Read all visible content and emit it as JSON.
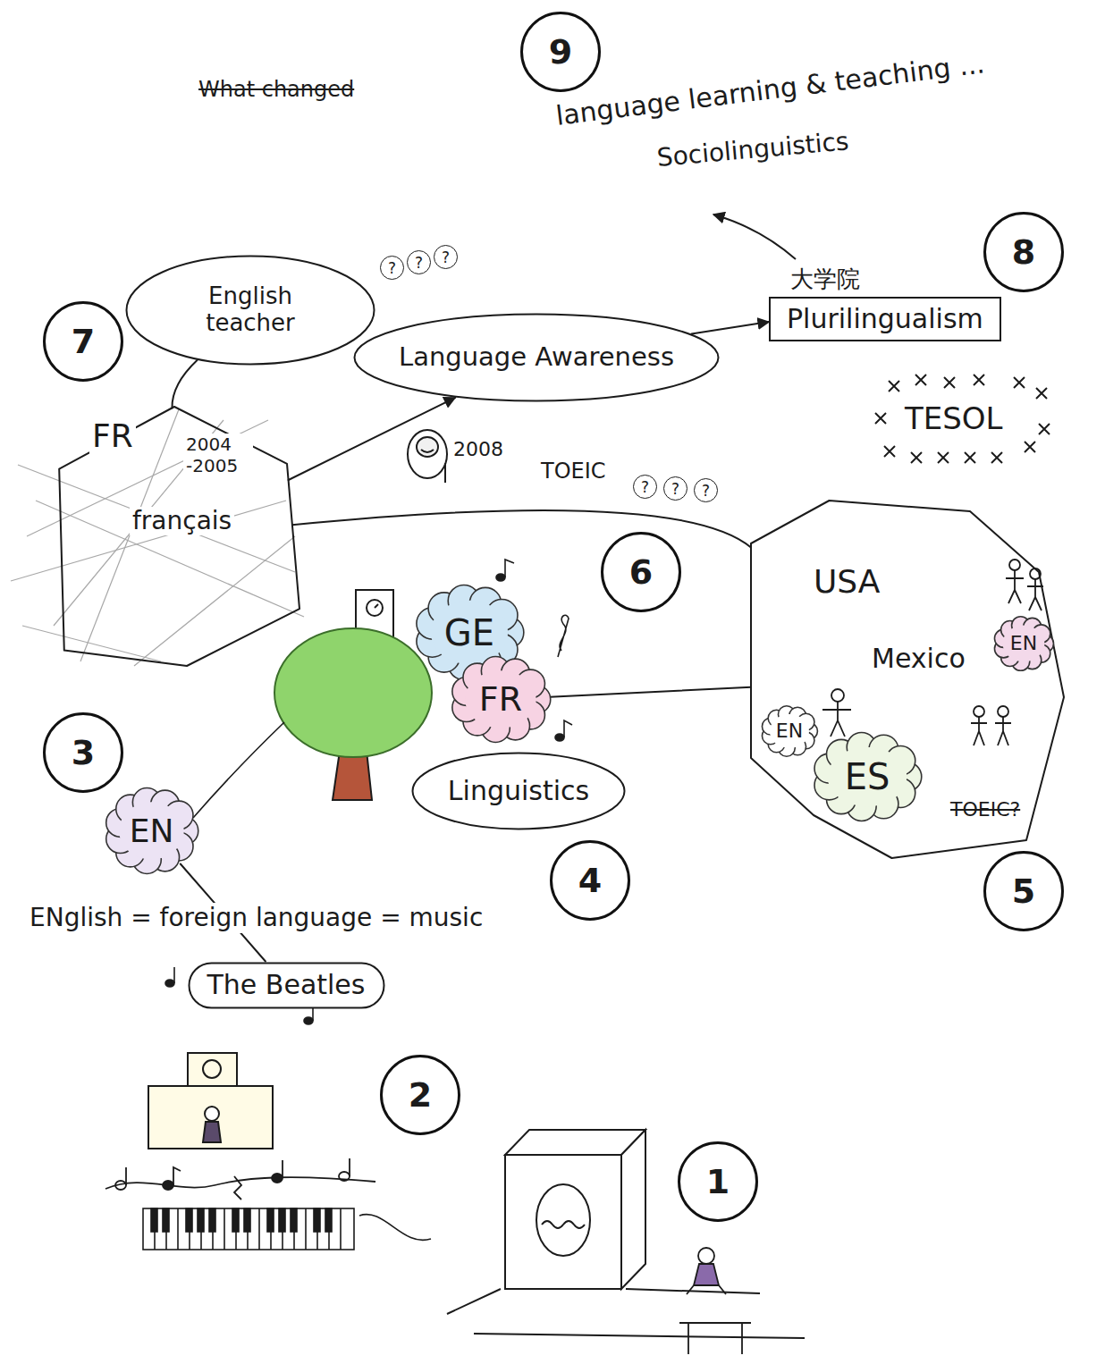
{
  "diagram": {
    "nodes": [
      {
        "text": [
          "English teacher"
        ]
      },
      {
        "text": [
          "Language Awareness"
        ]
      },
      {
        "text": [
          "大学院",
          "Plurilingualism"
        ]
      },
      {
        "text": [
          "FR",
          "français"
        ]
      },
      {
        "text": [
          "GE"
        ]
      },
      {
        "text": [
          "FR"
        ]
      },
      {
        "text": [
          "USA",
          "Mexico"
        ]
      },
      {
        "text": [
          "EN"
        ],
        "in": 6
      },
      {
        "text": [
          "EN"
        ],
        "in": 6
      },
      {
        "text": [
          "ES"
        ],
        "in": 6
      },
      {
        "text": [
          "EN"
        ]
      },
      {
        "text": [
          "Linguistics"
        ]
      },
      {
        "text": [
          "The Beatles"
        ]
      }
    ],
    "edges": [
      {
        "from": 3,
        "to": 0,
        "arrow": "none"
      },
      {
        "from": 3,
        "to": 1,
        "arrow": "to"
      },
      {
        "from": 1,
        "to": 2,
        "arrow": "to"
      },
      {
        "from": 3,
        "to": 6,
        "arrow": "none"
      },
      {
        "from": 5,
        "to": 6,
        "arrow": "none"
      },
      {
        "from": 10,
        "to": 12,
        "arrow": "none"
      }
    ],
    "labels": [
      "9",
      "What changed",
      "language learning & teaching ...",
      "Sociolinguistics",
      "8",
      "7",
      "?",
      "?",
      "?",
      "TESOL",
      "2004 -2005",
      "2008",
      "TOEIC",
      "?",
      "?",
      "?",
      "6",
      "3",
      "4",
      "TOEIC?",
      "5",
      "ENglish = foreign language = music",
      "2",
      "1"
    ]
  }
}
